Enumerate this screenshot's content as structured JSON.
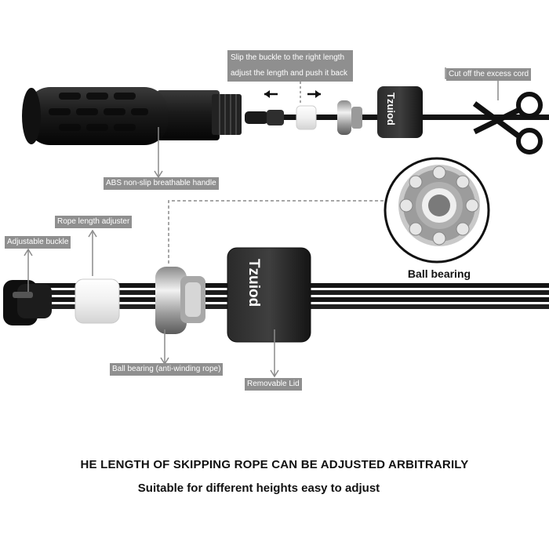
{
  "labels": {
    "slip_line1": "Slip the buckle to the right length",
    "slip_line2": "adjust the length and push it back",
    "cut_cord": "Cut off the excess cord",
    "handle": "ABS non-slip breathable handle",
    "rope_adjuster": "Rope length adjuster",
    "adjustable_buckle": "Adjustable buckle",
    "ball_bearing_anti": "Ball bearing (anti-winding rope)",
    "removable_lid": "Removable Lid",
    "ball_bearing": "Ball bearing"
  },
  "brand": "Tzuiod",
  "headline": "HE LENGTH OF SKIPPING ROPE CAN BE ADJUSTED ARBITRARILY",
  "subheadline": "Suitable for different heights easy to adjust",
  "colors": {
    "label_bg": "#8f8f8f",
    "rubber": "#1c1c1c",
    "metal": "#b9b9b9",
    "adjuster": "#f3f3f3"
  },
  "icons": [
    "arrow-left-icon",
    "arrow-right-icon",
    "scissors-icon"
  ]
}
